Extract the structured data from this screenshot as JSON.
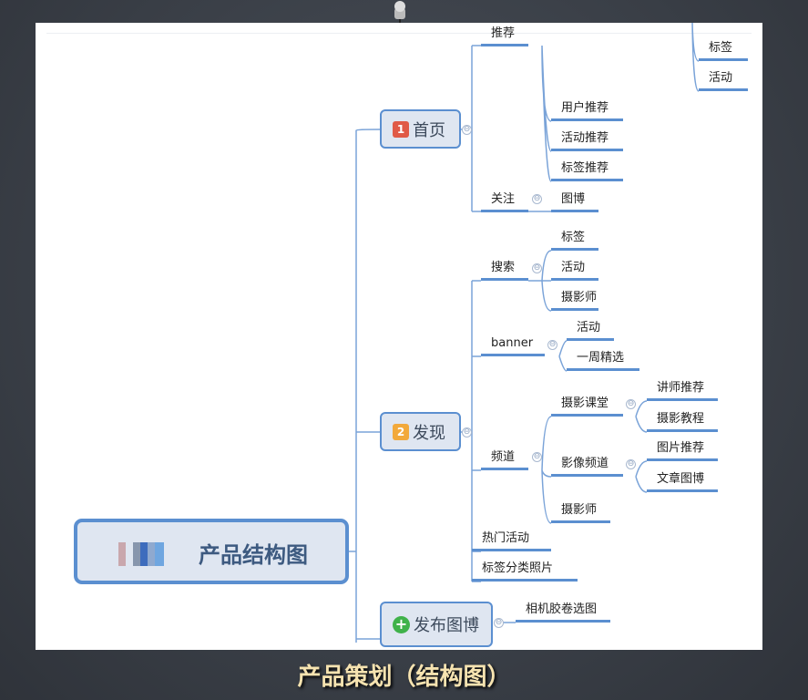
{
  "caption": "产品策划（结构图）",
  "root": {
    "title": "产品结构图"
  },
  "branches": [
    {
      "label": "首页",
      "badge": "1",
      "badge_color": "#e05a47"
    },
    {
      "label": "发现",
      "badge": "2",
      "badge_color": "#f2a93b"
    },
    {
      "label": "发布图博",
      "icon": "plus-icon",
      "badge_color": "#3fb24a"
    }
  ],
  "home": {
    "recommend": "推荐",
    "follow": "关注",
    "rec_children": [
      "用户推荐",
      "活动推荐",
      "标签推荐"
    ],
    "follow_child": "图博",
    "top_right": [
      "标签",
      "活动"
    ]
  },
  "discover": {
    "search": "搜索",
    "search_children": [
      "标签",
      "活动",
      "摄影师"
    ],
    "banner": "banner",
    "banner_children": [
      "活动",
      "一周精选"
    ],
    "channel": "频道",
    "channel_children": [
      "摄影课堂",
      "影像频道",
      "摄影师"
    ],
    "class_children": [
      "讲师推荐",
      "摄影教程"
    ],
    "video_children": [
      "图片推荐",
      "文章图博"
    ],
    "hot": "热门活动",
    "tag_photos": "标签分类照片"
  },
  "publish": {
    "child": "相机胶卷选图"
  },
  "collapse_symbol": "⊖"
}
